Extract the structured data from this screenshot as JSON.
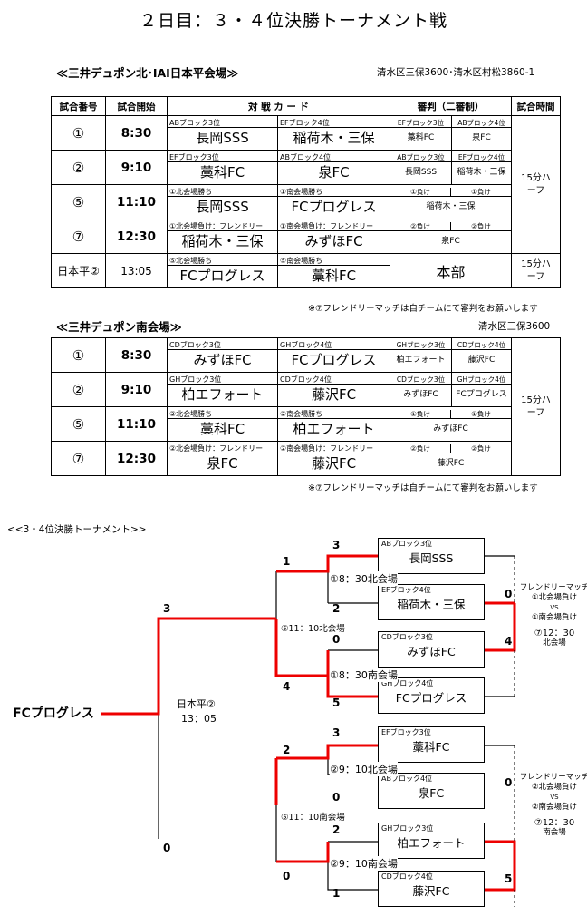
{
  "title": "２日目：３・４位決勝トーナメント戦",
  "venue1": {
    "name": "≪三井デュポン北･IAI日本平会場≫",
    "address": "清水区三保3600･清水区村松3860-1",
    "headers": [
      "試合番号",
      "試合開始",
      "対 戦 カ ー ド",
      "審判（二審制）",
      "試合時間"
    ],
    "rows": [
      {
        "no": "①",
        "time": "8:30",
        "a_cap": "ABブロック3位",
        "a": "長岡SSS",
        "b_cap": "EFブロック4位",
        "b": "稲荷木・三保",
        "r1_cap": "EFブロック3位",
        "r1": "藁科FC",
        "r2_cap": "ABブロック4位",
        "r2": "泉FC"
      },
      {
        "no": "②",
        "time": "9:10",
        "a_cap": "EFブロック3位",
        "a": "藁科FC",
        "b_cap": "ABブロック4位",
        "b": "泉FC",
        "r1_cap": "ABブロック3位",
        "r1": "長岡SSS",
        "r2_cap": "EFブロック4位",
        "r2": "稲荷木・三保"
      },
      {
        "no": "⑤",
        "time": "11:10",
        "a_cap": "①北会場勝ち",
        "a": "長岡SSS",
        "b_cap": "①南会場勝ち",
        "b": "FCプログレス",
        "r1_cap": "①負け",
        "r2_cap": "①負け",
        "r": "稲荷木・三保"
      },
      {
        "no": "⑦",
        "time": "12:30",
        "a_cap": "①北会場負け：フレンドリー",
        "a": "稲荷木・三保",
        "b_cap": "①南会場負け：フレンドリー",
        "b": "みずほFC",
        "r1_cap": "②負け",
        "r2_cap": "②負け",
        "r": "泉FC"
      },
      {
        "no": "日本平②",
        "time": "13:05",
        "a_cap": "⑤北会場勝ち",
        "a": "FCプログレス",
        "b_cap": "⑤南会場勝ち",
        "b": "藁科FC",
        "r": "本部"
      }
    ],
    "duration1": "15分ハーフ",
    "duration2": "15分ハーフ",
    "note": "※⑦フレンドリーマッチは自チームにて審判をお願いします"
  },
  "venue2": {
    "name": "≪三井デュポン南会場≫",
    "address": "清水区三保3600",
    "rows": [
      {
        "no": "①",
        "time": "8:30",
        "a_cap": "CDブロック3位",
        "a": "みずほFC",
        "b_cap": "GHブロック4位",
        "b": "FCプログレス",
        "r1_cap": "GHブロック3位",
        "r1": "柏エフォート",
        "r2_cap": "CDブロック4位",
        "r2": "藤沢FC"
      },
      {
        "no": "②",
        "time": "9:10",
        "a_cap": "GHブロック3位",
        "a": "柏エフォート",
        "b_cap": "CDブロック4位",
        "b": "藤沢FC",
        "r1_cap": "CDブロック3位",
        "r1": "みずほFC",
        "r2_cap": "GHブロック4位",
        "r2": "FCプログレス"
      },
      {
        "no": "⑤",
        "time": "11:10",
        "a_cap": "②北会場勝ち",
        "a": "藁科FC",
        "b_cap": "②南会場勝ち",
        "b": "柏エフォート",
        "r1_cap": "①負け",
        "r2_cap": "①負け",
        "r": "みずほFC"
      },
      {
        "no": "⑦",
        "time": "12:30",
        "a_cap": "②北会場負け：フレンドリー",
        "a": "泉FC",
        "b_cap": "②南会場負け：フレンドリー",
        "b": "藤沢FC",
        "r1_cap": "②負け",
        "r2_cap": "②負け",
        "r": "藤沢FC"
      }
    ],
    "duration": "15分ハーフ",
    "note": "※⑦フレンドリーマッチは自チームにて審判をお願いします"
  },
  "bracket": {
    "label": "<<3・4位決勝トーナメント>>",
    "champion": "FCプログレス",
    "final_label_1": "日本平②",
    "final_label_2": "13：05",
    "teams": [
      {
        "cap": "ABブロック3位",
        "name": "長岡SSS"
      },
      {
        "cap": "EFブロック4位",
        "name": "稲荷木・三保"
      },
      {
        "cap": "CDブロック3位",
        "name": "みずほFC"
      },
      {
        "cap": "GHブロック4位",
        "name": "FCプログレス"
      },
      {
        "cap": "EFブロック3位",
        "name": "藁科FC"
      },
      {
        "cap": "ABブロック4位",
        "name": "泉FC"
      },
      {
        "cap": "GHブロック3位",
        "name": "柏エフォート"
      },
      {
        "cap": "CDブロック4位",
        "name": "藤沢FC"
      }
    ],
    "match_labels": [
      "①8：30北会場",
      "①8：30南会場",
      "②9：10北会場",
      "②9：10南会場",
      "⑤11：10北会場",
      "⑤11：10南会場"
    ],
    "scores": {
      "m1_top": "3",
      "m1_bot": "2",
      "m2_top": "0",
      "m2_bot": "5",
      "m3_top": "3",
      "m3_bot": "0",
      "m4_top": "2",
      "m4_bot": "1",
      "s1_top": "1",
      "s1_bot": "4",
      "s2_top": "2",
      "s2_bot": "0",
      "f_top": "3",
      "f_bot": "0",
      "fr1_top": "0",
      "fr1_bot": "4",
      "fr2_top": "0",
      "fr2_bot": "5"
    },
    "friendly1": [
      "フレンドリーマッチ",
      "①北会場負け",
      "VS",
      "①南会場負け",
      "⑦12：30",
      "北会場"
    ],
    "friendly2": [
      "フレンドリーマッチ",
      "②北会場負け",
      "VS",
      "②南会場負け",
      "⑦12：30",
      "南会場"
    ]
  }
}
